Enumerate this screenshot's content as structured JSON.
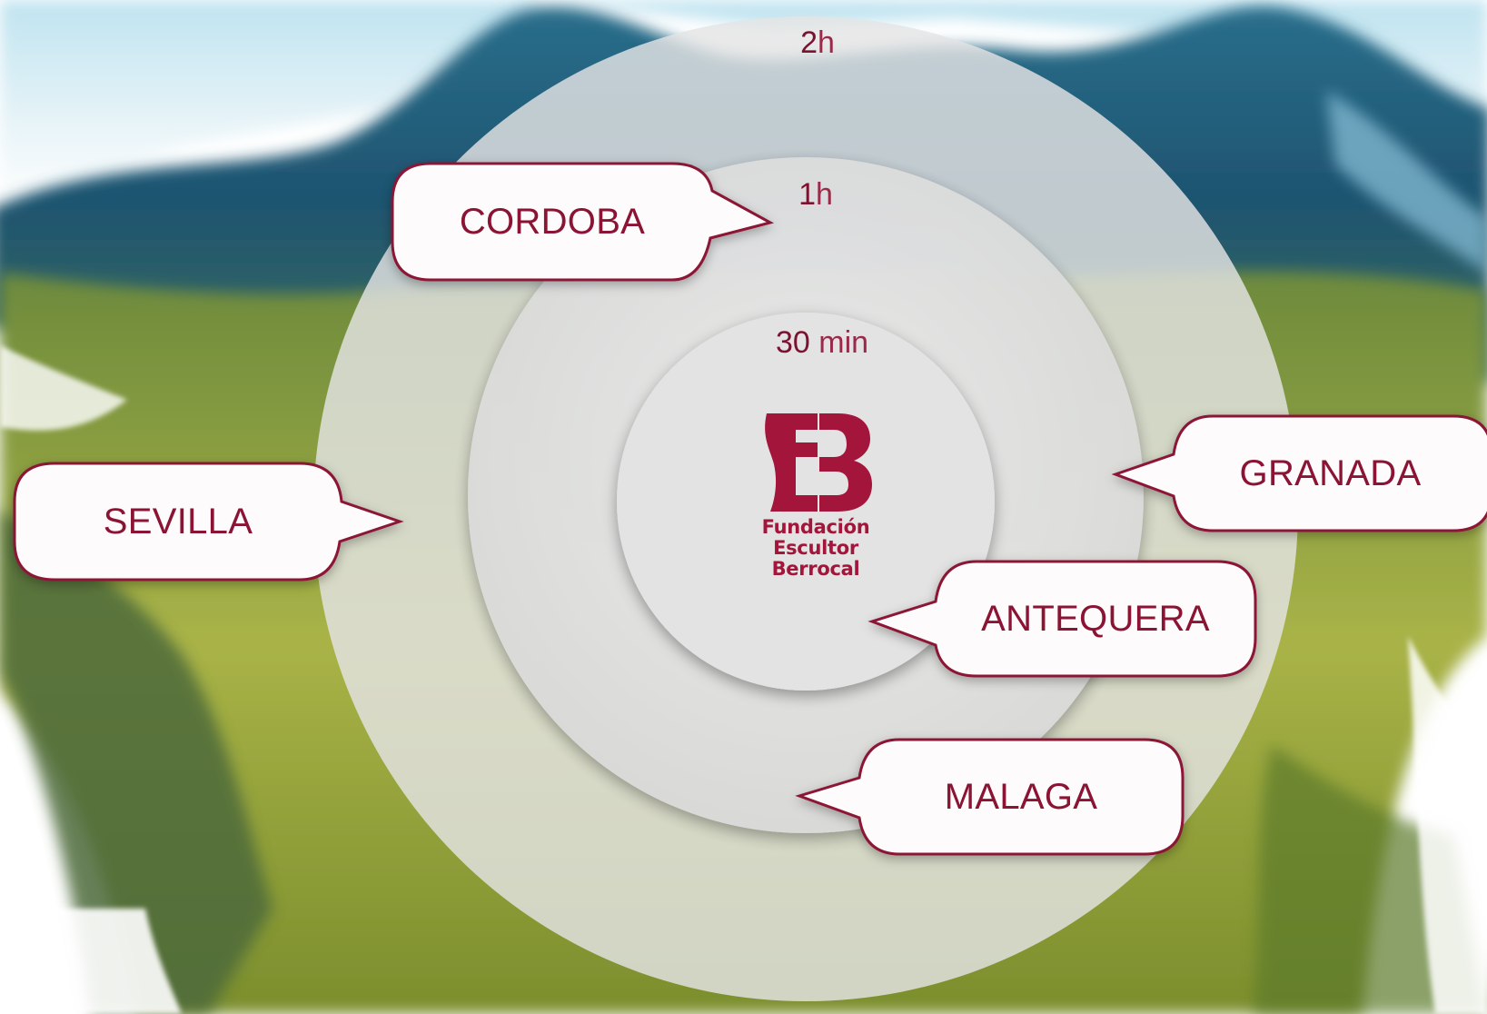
{
  "colors": {
    "accent": "#8b1334",
    "bubble_fill": "#fdfbfb",
    "ring_fill": "#e6e6e6"
  },
  "rings": [
    {
      "value": "2",
      "unit": "h"
    },
    {
      "value": "1",
      "unit": "h"
    },
    {
      "value": "30",
      "unit": "min"
    }
  ],
  "logo": {
    "icon": "fundacion-escultor-berrocal-logo",
    "lines": [
      "Fundación",
      "Escultor",
      "Berrocal"
    ]
  },
  "cities": {
    "cordoba": "CORDOBA",
    "sevilla": "SEVILLA",
    "granada": "GRANADA",
    "antequera": "ANTEQUERA",
    "malaga": "MALAGA"
  }
}
